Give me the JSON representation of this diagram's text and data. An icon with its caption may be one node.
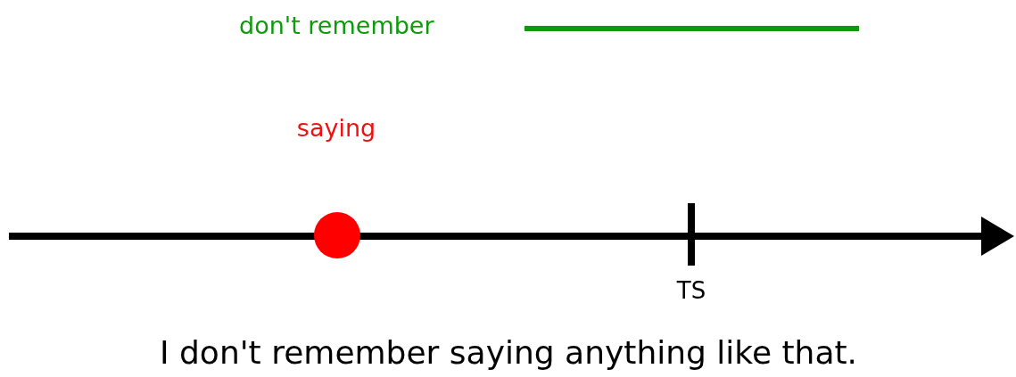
{
  "diagram": {
    "caption": "I don't remember saying anything like that.",
    "labels": [
      "don't remember",
      "saying",
      "TS"
    ]
  }
}
